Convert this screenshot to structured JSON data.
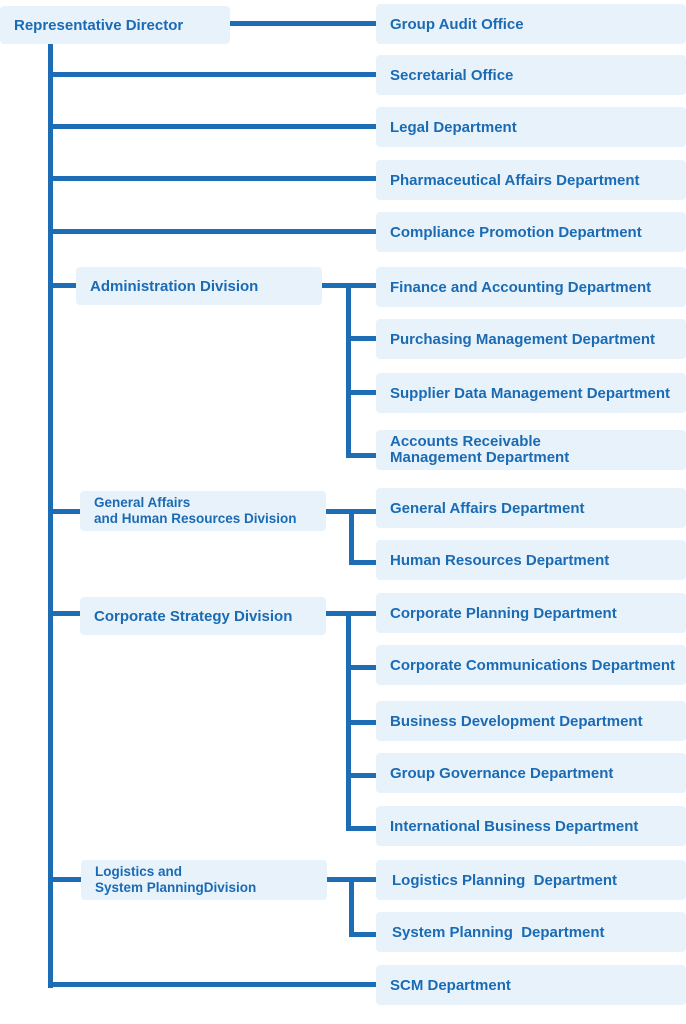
{
  "root": {
    "label": "Representative Director"
  },
  "direct_departments": [
    "Group Audit Office",
    "Secretarial Office",
    "Legal Department",
    "Pharmaceutical Affairs Department",
    "Compliance Promotion Department"
  ],
  "divisions": [
    {
      "label_lines": [
        "Administration Division"
      ],
      "departments": [
        [
          "Finance and Accounting Department"
        ],
        [
          "Purchasing Management Department"
        ],
        [
          "Supplier Data Management Department"
        ],
        [
          "Accounts Receivable",
          "Management Department"
        ]
      ]
    },
    {
      "label_lines": [
        "General Affairs",
        "and Human Resources Division"
      ],
      "departments": [
        [
          "General Affairs Department"
        ],
        [
          "Human Resources Department"
        ]
      ]
    },
    {
      "label_lines": [
        "Corporate Strategy Division"
      ],
      "departments": [
        [
          "Corporate Planning Department"
        ],
        [
          "Corporate Communications Department"
        ],
        [
          "Business Development Department"
        ],
        [
          "Group Governance Department"
        ],
        [
          "International Business Department"
        ]
      ]
    },
    {
      "label_lines": [
        "Logistics and",
        "System PlanningDivision"
      ],
      "departments": [
        [
          "Logistics Planning  Department"
        ],
        [
          "System Planning  Department"
        ]
      ]
    }
  ],
  "final_department": "SCM Department",
  "colors": {
    "line": "#1c6db5",
    "box_bg": "#e8f2fb",
    "text": "#1a6bb4"
  }
}
